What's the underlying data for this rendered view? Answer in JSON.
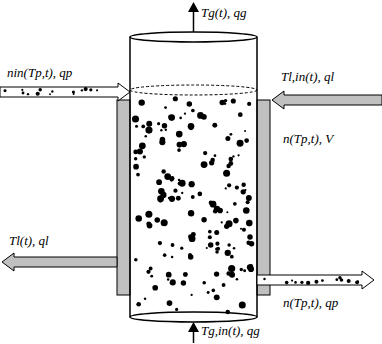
{
  "diagram": {
    "labels": [
      "Tg(t), qg",
      "nin(Tp,t), qp",
      "Tl,in(t), ql",
      "n(Tp,t), V",
      "Tl(t), ql",
      "n(Tp,t), qp",
      "Tg,in(t), qg"
    ]
  }
}
